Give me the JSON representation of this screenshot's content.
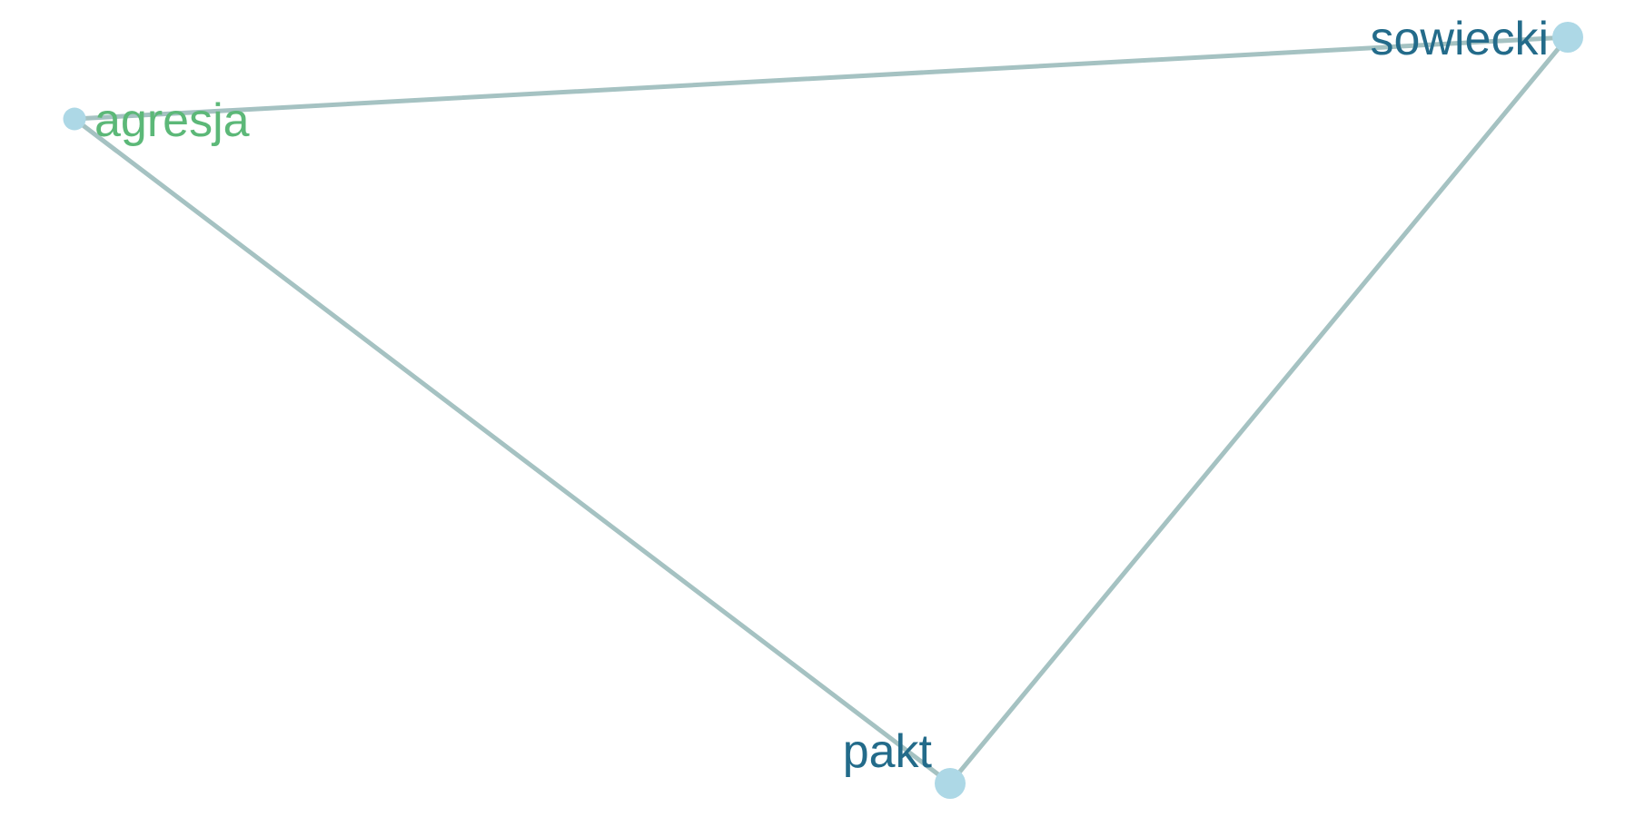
{
  "graph": {
    "nodes": [
      {
        "id": "agresja",
        "label": "agresja",
        "label_color": "#5cb878",
        "node_color": "#add8e6",
        "weight": 1
      },
      {
        "id": "sowiecki",
        "label": "sowiecki",
        "label_color": "#236b8a",
        "node_color": "#add8e6",
        "weight": 2
      },
      {
        "id": "pakt",
        "label": "pakt",
        "label_color": "#236b8a",
        "node_color": "#add8e6",
        "weight": 2
      }
    ],
    "edges": [
      {
        "source": "agresja",
        "target": "sowiecki",
        "color": "#a5c2c2"
      },
      {
        "source": "agresja",
        "target": "pakt",
        "color": "#a5c2c2"
      },
      {
        "source": "sowiecki",
        "target": "pakt",
        "color": "#a5c2c2"
      }
    ]
  }
}
